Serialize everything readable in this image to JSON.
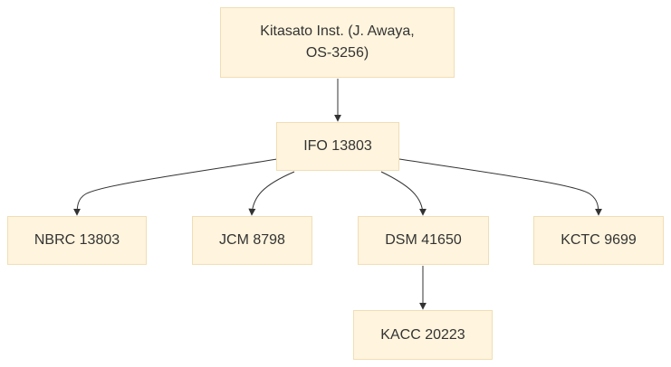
{
  "diagram": {
    "nodes": {
      "kitasato": {
        "label": "Kitasato Inst. (J. Awaya, OS-3256)"
      },
      "ifo": {
        "label": "IFO 13803"
      },
      "nbrc": {
        "label": "NBRC 13803"
      },
      "jcm": {
        "label": "JCM 8798"
      },
      "dsm": {
        "label": "DSM 41650"
      },
      "kctc": {
        "label": "KCTC 9699"
      },
      "kacc": {
        "label": "KACC 20223"
      }
    },
    "edges": [
      {
        "from": "kitasato",
        "to": "ifo"
      },
      {
        "from": "ifo",
        "to": "nbrc"
      },
      {
        "from": "ifo",
        "to": "jcm"
      },
      {
        "from": "ifo",
        "to": "dsm"
      },
      {
        "from": "ifo",
        "to": "kctc"
      },
      {
        "from": "dsm",
        "to": "kacc"
      }
    ],
    "colors": {
      "node_fill": "#fff4dd",
      "node_border": "#f0deb4",
      "text": "#333333",
      "edge": "#333333"
    }
  }
}
